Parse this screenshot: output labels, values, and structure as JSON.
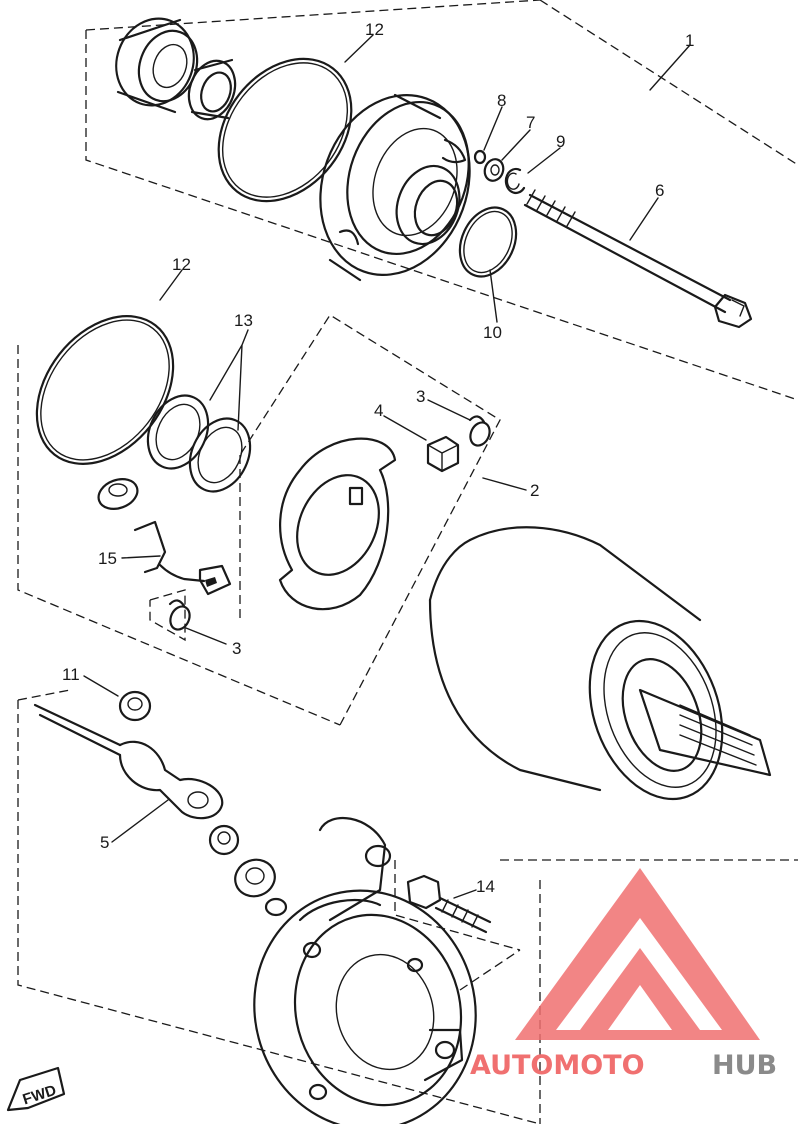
{
  "callouts": {
    "c1": "1",
    "c2": "2",
    "c3a": "3",
    "c3b": "3",
    "c4": "4",
    "c5": "5",
    "c6": "6",
    "c7": "7",
    "c8": "8",
    "c9": "9",
    "c10": "10",
    "c11": "11",
    "c12a": "12",
    "c12b": "12",
    "c13": "13",
    "c14": "14",
    "c15": "15"
  },
  "direction_label": "FWD",
  "watermark": {
    "part1": "AUTOMOTO",
    "part2": "HUB",
    "color_primary": "#f07070",
    "color_secondary": "#f2b34a",
    "color_tertiary": "#8a8a8a"
  }
}
